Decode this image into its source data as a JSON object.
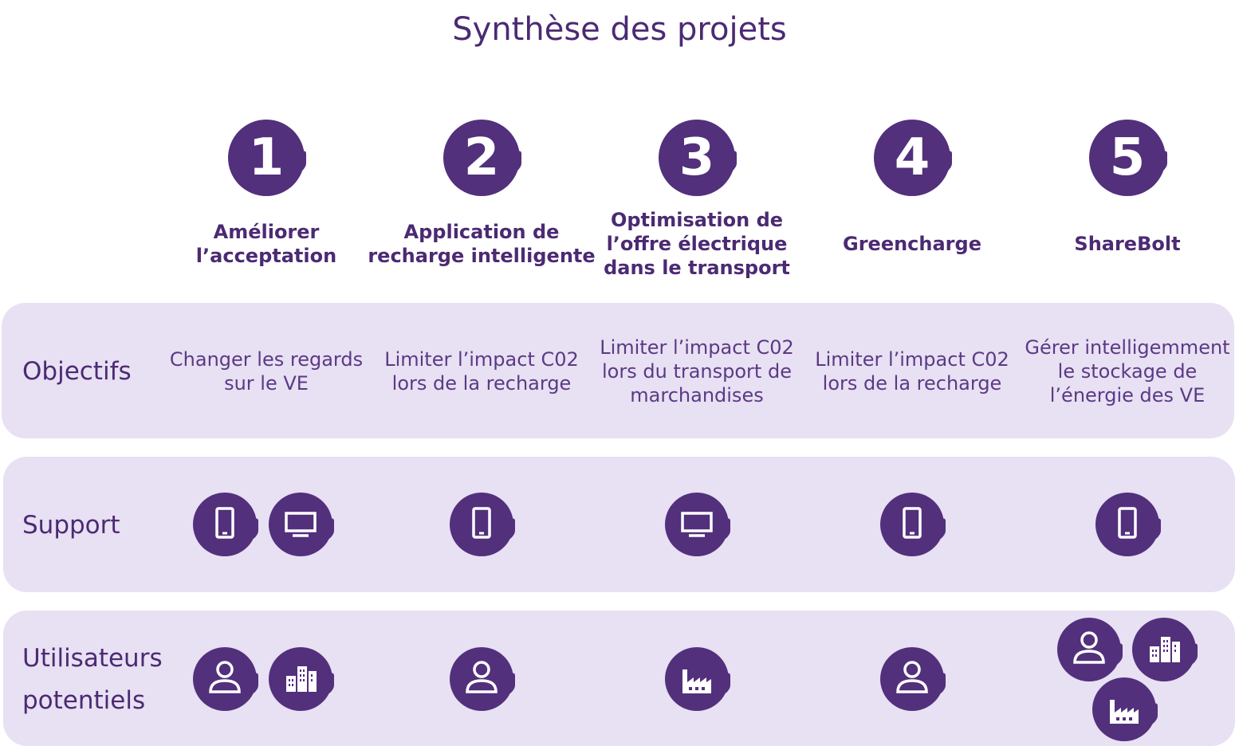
{
  "title": "Synthèse des projets",
  "projects": [
    {
      "number": "1",
      "title": "Améliorer l’acceptation",
      "objective": "Changer les regards sur le VE"
    },
    {
      "number": "2",
      "title": "Application de recharge intelligente",
      "objective": "Limiter l’impact C02 lors de la recharge"
    },
    {
      "number": "3",
      "title": "Optimisation de l’offre électrique dans le transport",
      "objective": "Limiter l’impact C02 lors du transport de marchandises"
    },
    {
      "number": "4",
      "title": "Greencharge",
      "objective": "Limiter l’impact C02 lors de la recharge"
    },
    {
      "number": "5",
      "title": "ShareBolt",
      "objective": "Gérer intelligemment le stockage de l’énergie des VE"
    }
  ],
  "rows": {
    "objectives": "Objectifs",
    "support": "Support",
    "users_line1": "Utilisateurs",
    "users_line2": "potentiels"
  },
  "icons": {
    "support": [
      [
        "phone-icon",
        "monitor-icon"
      ],
      [
        "phone-icon"
      ],
      [
        "monitor-icon"
      ],
      [
        "phone-icon"
      ],
      [
        "phone-icon"
      ]
    ],
    "users": [
      [
        "person-icon",
        "buildings-icon"
      ],
      [
        "person-icon"
      ],
      [
        "factory-icon"
      ],
      [
        "person-icon"
      ],
      [
        "person-icon",
        "buildings-icon",
        "factory-icon"
      ]
    ]
  },
  "colors": {
    "accent": "#52307c",
    "band": "#e8e0f3",
    "text": "#4b2a73"
  }
}
